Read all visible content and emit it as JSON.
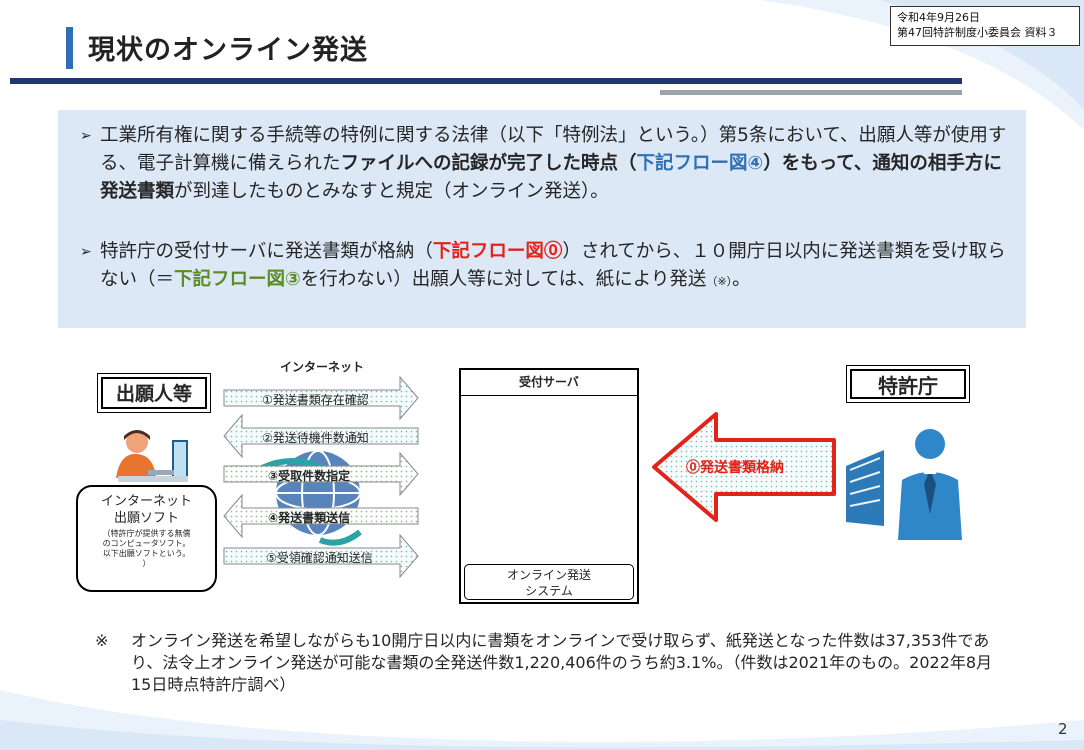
{
  "header": {
    "title": "現状のオンライン発送",
    "meta_line1": "令和4年9月26日",
    "meta_line2": "第47回特許制度小委員会 資料３"
  },
  "summary": {
    "bullet_mark": "➢",
    "b1_p1": "工業所有権に関する手続等の特例に関する法律（以下「特例法」という。）第5条において、出願人等が使用する、電子計算機に備えられた",
    "b1_bold1": "ファイルへの記録が完了した時点（",
    "b1_blue": "下記フロー図④",
    "b1_bold2": "）をもって、通知の相手方に発送書類",
    "b1_p2": "が到達したものとみなすと規定（オンライン発送）。",
    "b2_p1": "特許庁の受付サーバに発送書類が格納（",
    "b2_red": "下記フロー図⓪",
    "b2_p2": "）されてから、１０開庁日以内に発送書類を受け取らない（＝",
    "b2_green": "下記フロー図③",
    "b2_p3": "を行わない）出願人等に対しては、紙により発送",
    "b2_note": "（※）",
    "b2_end": "。"
  },
  "diagram": {
    "applicant_label": "出願人等",
    "internet_label": "インターネット",
    "arrows": [
      {
        "label": "①発送書類存在確認",
        "bold": false
      },
      {
        "label": "②発送待機件数通知",
        "bold": false
      },
      {
        "label": "③受取件数指定",
        "bold": true
      },
      {
        "label": "④発送書類送信",
        "bold": true
      },
      {
        "label": "⑤受領確認通知送信",
        "bold": false
      }
    ],
    "server_title": "受付サーバ",
    "server_system_l1": "オンライン発送",
    "server_system_l2": "システム",
    "jpo_label": "特許庁",
    "store_label": "⓪発送書類格納",
    "software_l1": "インターネット",
    "software_l2": "出願ソフト",
    "software_note1": "（特許庁が提供する無償",
    "software_note2": "のコンピュータソフト。",
    "software_note3": "以下出願ソフトという。",
    "software_note4": "）"
  },
  "footnote": {
    "mark": "※",
    "text": "オンライン発送を希望しながらも10開庁日以内に書類をオンラインで受け取らず、紙発送となった件数は37,353件であり、法令上オンライン発送が可能な書類の全発送件数1,220,406件のうち約3.1%。（件数は2021年のもの。2022年8月15日時点特許庁調べ）"
  },
  "page_number": "2",
  "colors": {
    "navy": "#1f3770",
    "accent_blue": "#2f6fb5",
    "panel": "#dce8f6",
    "red": "#e2231a",
    "green": "#5b8c22",
    "arrow_teal": "#2aa3a8"
  }
}
